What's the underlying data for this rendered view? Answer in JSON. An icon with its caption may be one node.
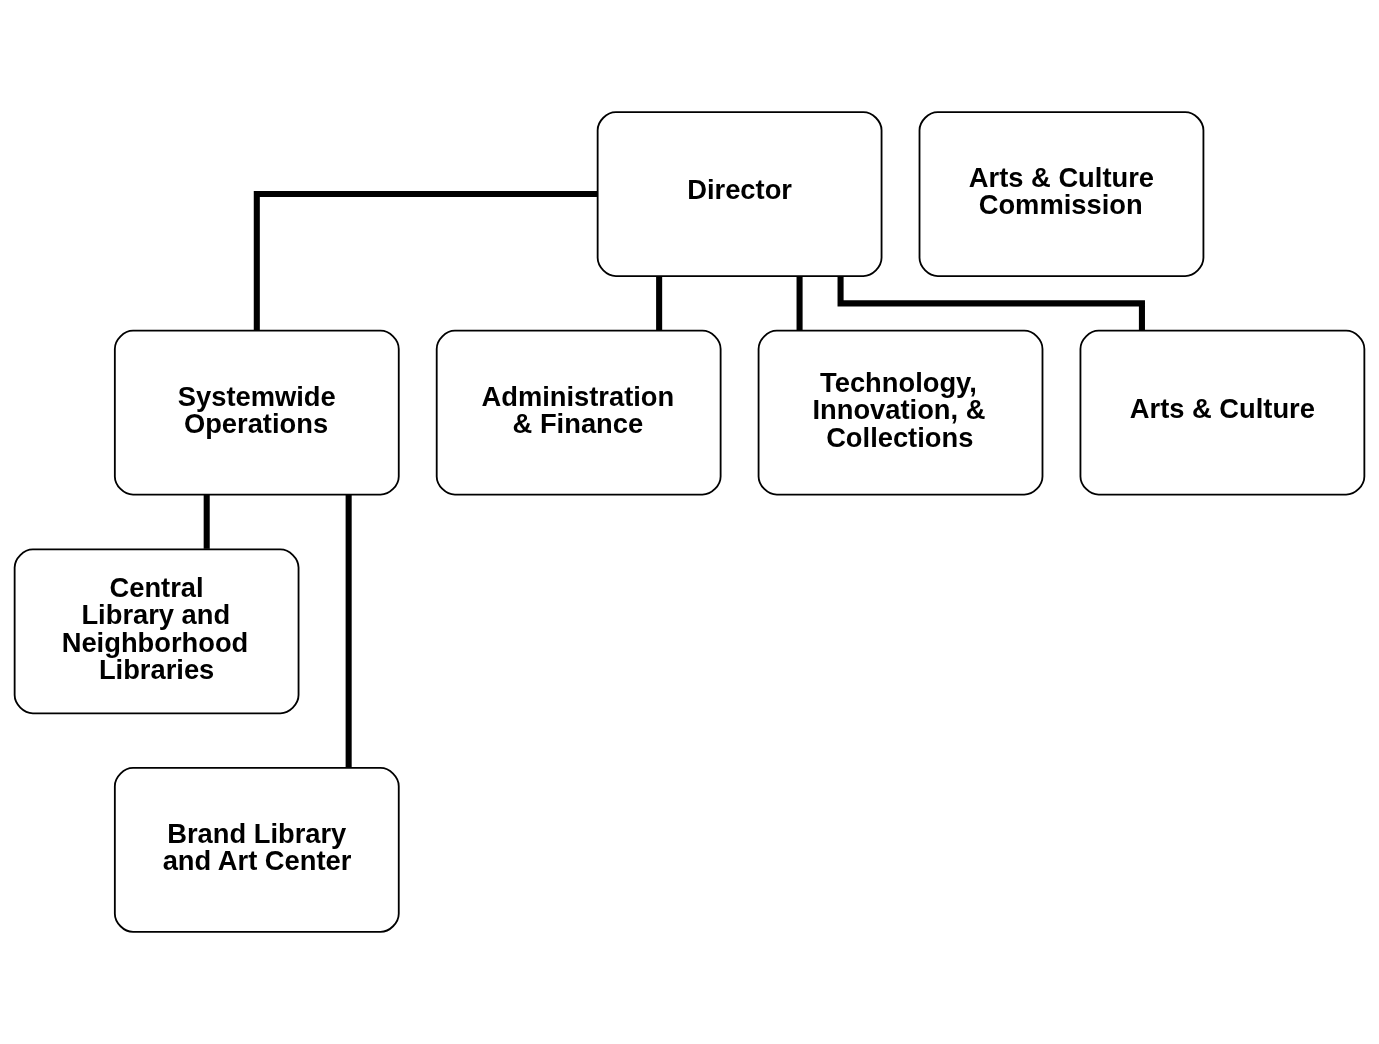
{
  "diagram": {
    "nodes": [
      {
        "text": [
          "Director"
        ]
      },
      {
        "text": [
          "Arts & Culture Commission"
        ]
      },
      {
        "text": [
          "Systemwide Operations"
        ]
      },
      {
        "text": [
          "Administration & Finance"
        ]
      },
      {
        "text": [
          "Technology, Innovation, & Collections"
        ]
      },
      {
        "text": [
          "Arts & Culture"
        ]
      },
      {
        "text": [
          "Central Library and Neighborhood Libraries"
        ]
      },
      {
        "text": [
          "Brand Library and Art Center"
        ]
      }
    ],
    "edges": [
      {
        "from": 0,
        "to": 2,
        "arrow": "none"
      },
      {
        "from": 0,
        "to": 3,
        "arrow": "none"
      },
      {
        "from": 0,
        "to": 4,
        "arrow": "none"
      },
      {
        "from": 0,
        "to": 5,
        "arrow": "none"
      },
      {
        "from": 2,
        "to": 6,
        "arrow": "none"
      },
      {
        "from": 2,
        "to": 7,
        "arrow": "none"
      }
    ]
  }
}
